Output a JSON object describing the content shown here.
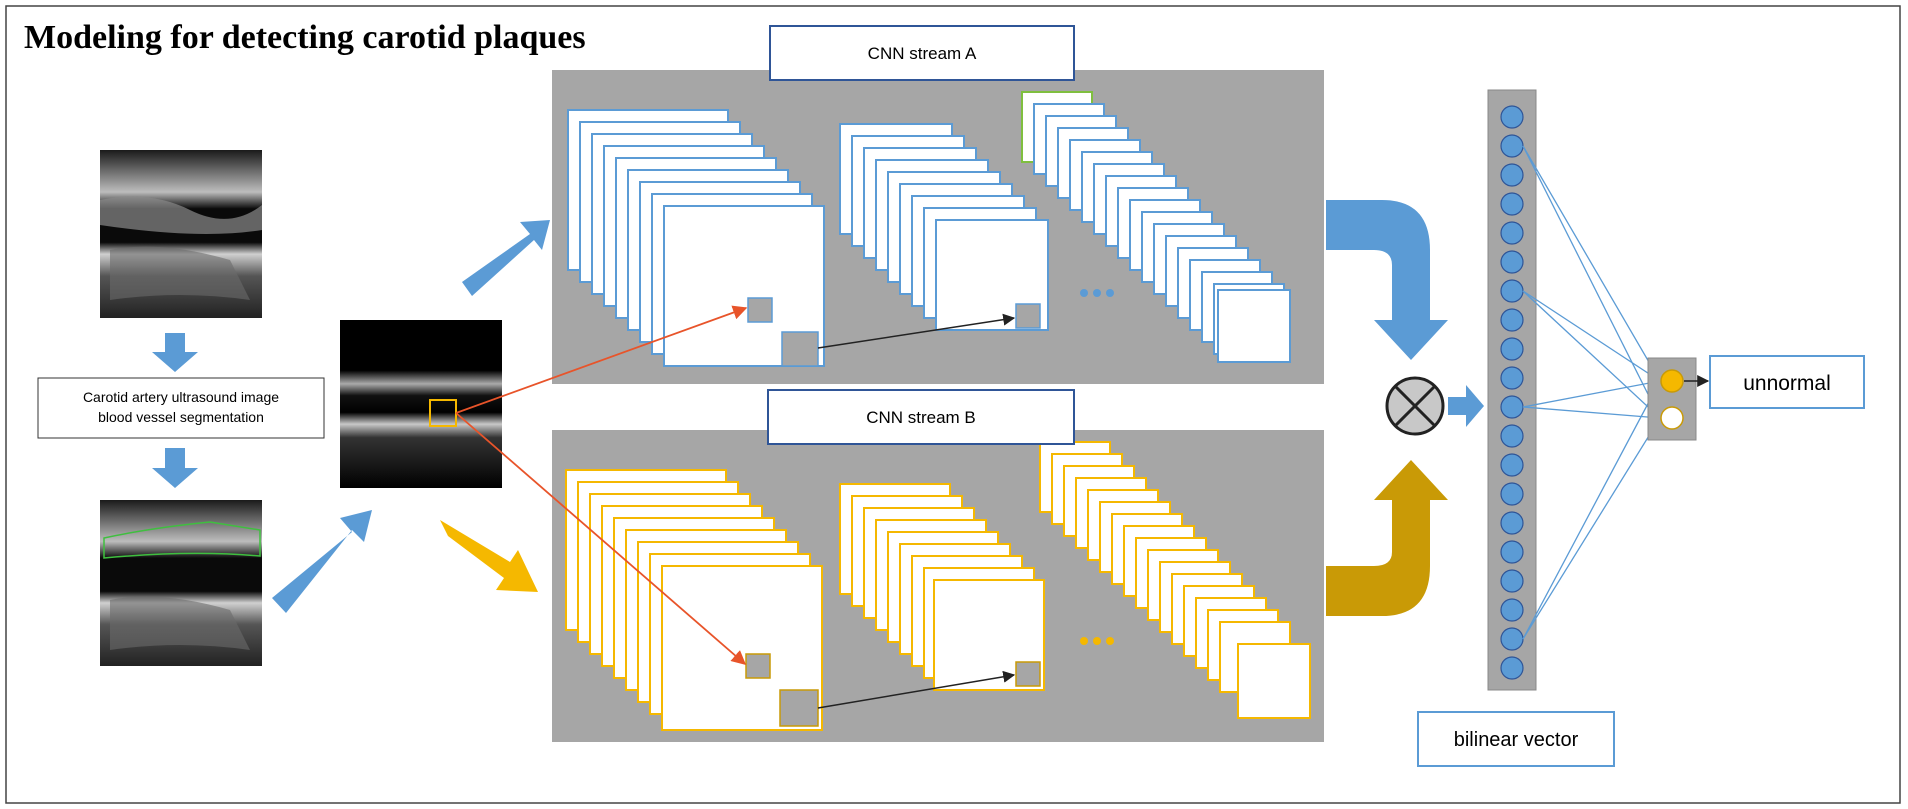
{
  "title": "Modeling for detecting carotid plaques",
  "labels": {
    "segmentation_line1": "Carotid artery ultrasound image",
    "segmentation_line2": "blood vessel segmentation",
    "stream_a": "CNN stream A",
    "stream_b": "CNN stream B",
    "output": "unnormal",
    "bilinear": "bilinear vector"
  },
  "colors": {
    "stream_a": "#5b9bd5",
    "stream_b": "#f5b800",
    "stream_b_arrow": "#c99a06",
    "panel": "#a6a6a6",
    "output_node": "#f5b800",
    "arrow_red": "#e8542a"
  },
  "icons": {
    "combine": "circle-times-icon",
    "ellipsis": "three-dots-icon"
  }
}
